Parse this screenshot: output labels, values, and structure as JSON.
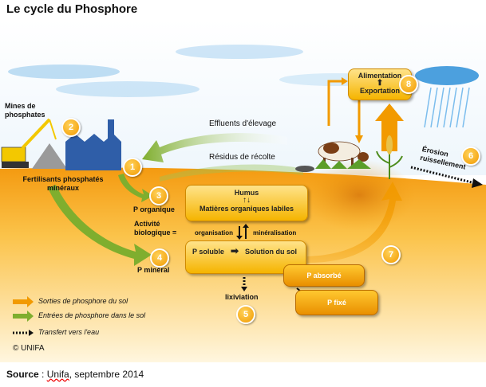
{
  "title": "Le cycle du Phosphore",
  "labels": {
    "mines": "Mines de phosphates",
    "fertilisants": "Fertilisants phosphatés minéraux",
    "effluents": "Effluents d'élevage",
    "residus": "Résidus de récolte",
    "p_organique": "P organique",
    "activite": "Activité biologique =",
    "p_mineral": "P minéral",
    "organisation": "organisation",
    "mineralisation": "minéralisation",
    "lixiviation": "lixiviation",
    "erosion": "Érosion ruissellement"
  },
  "boxes": {
    "humus": "Humus",
    "matieres": "Matières organiques labiles",
    "p_soluble": "P soluble",
    "solution": "Solution du sol",
    "p_absorbe": "P absorbé",
    "p_fixe": "P fixé",
    "alimentation": "Alimentation",
    "exportation": "Exportation"
  },
  "numbers": [
    "1",
    "2",
    "3",
    "4",
    "5",
    "6",
    "7",
    "8"
  ],
  "legend": {
    "sorties": "Sorties de phosphore du sol",
    "entrees": "Entrées de phosphore dans le sol",
    "transfert": "Transfert vers l'eau",
    "copyright": "© UNIFA"
  },
  "colors": {
    "sorties": "#f29a00",
    "entrees": "#8cb83c",
    "soil": "#f29a00",
    "sky": "#ffffff"
  },
  "source": {
    "label": "Source",
    "sep": " : ",
    "unifa": "Unifa",
    "rest": ", septembre 2014"
  }
}
